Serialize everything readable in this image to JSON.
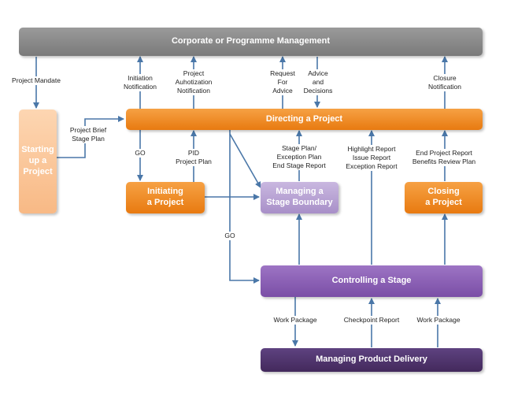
{
  "boxes": {
    "corporate": "Corporate or Programme Management",
    "starting": "Starting\nup a\nProject",
    "directing": "Directing a Project",
    "initiating": "Initiating\na Project",
    "managing_boundary": "Managing a\nStage Boundary",
    "closing": "Closing\na Project",
    "controlling": "Controlling a Stage",
    "product_delivery": "Managing Product Delivery"
  },
  "labels": {
    "project_mandate": "Project Mandate",
    "initiation_notification": "Initiation\nNotification",
    "authorization_notification": "Project\nAuhotization\nNotification",
    "request_advice": "Request\nFor\nAdvice",
    "advice_decisions": "Advice\nand\nDecisions",
    "closure_notification": "Closure\nNotification",
    "brief_plan": "Project Brief\nStage Plan",
    "go_initiating": "GO",
    "pid_plan": "PID\nProject Plan",
    "stage_plans": "Stage Plan/\nException Plan\nEnd Stage Report",
    "highlight_reports": "Highlight Report\nIssue Report\nException Report",
    "end_reports": "End Project Report\nBenefits Review Plan",
    "go_controlling": "GO",
    "work_package_1": "Work Package",
    "checkpoint_report": "Checkpoint Report",
    "work_package_2": "Work Package"
  },
  "colors": {
    "corporate": "#8a8a8a",
    "starting": "#fbc79a",
    "orange": "#f08a1f",
    "boundary": "#b8a3d4",
    "controlling": "#8a5fb3",
    "delivery": "#4e3468",
    "arrow": "#4a77a8"
  }
}
